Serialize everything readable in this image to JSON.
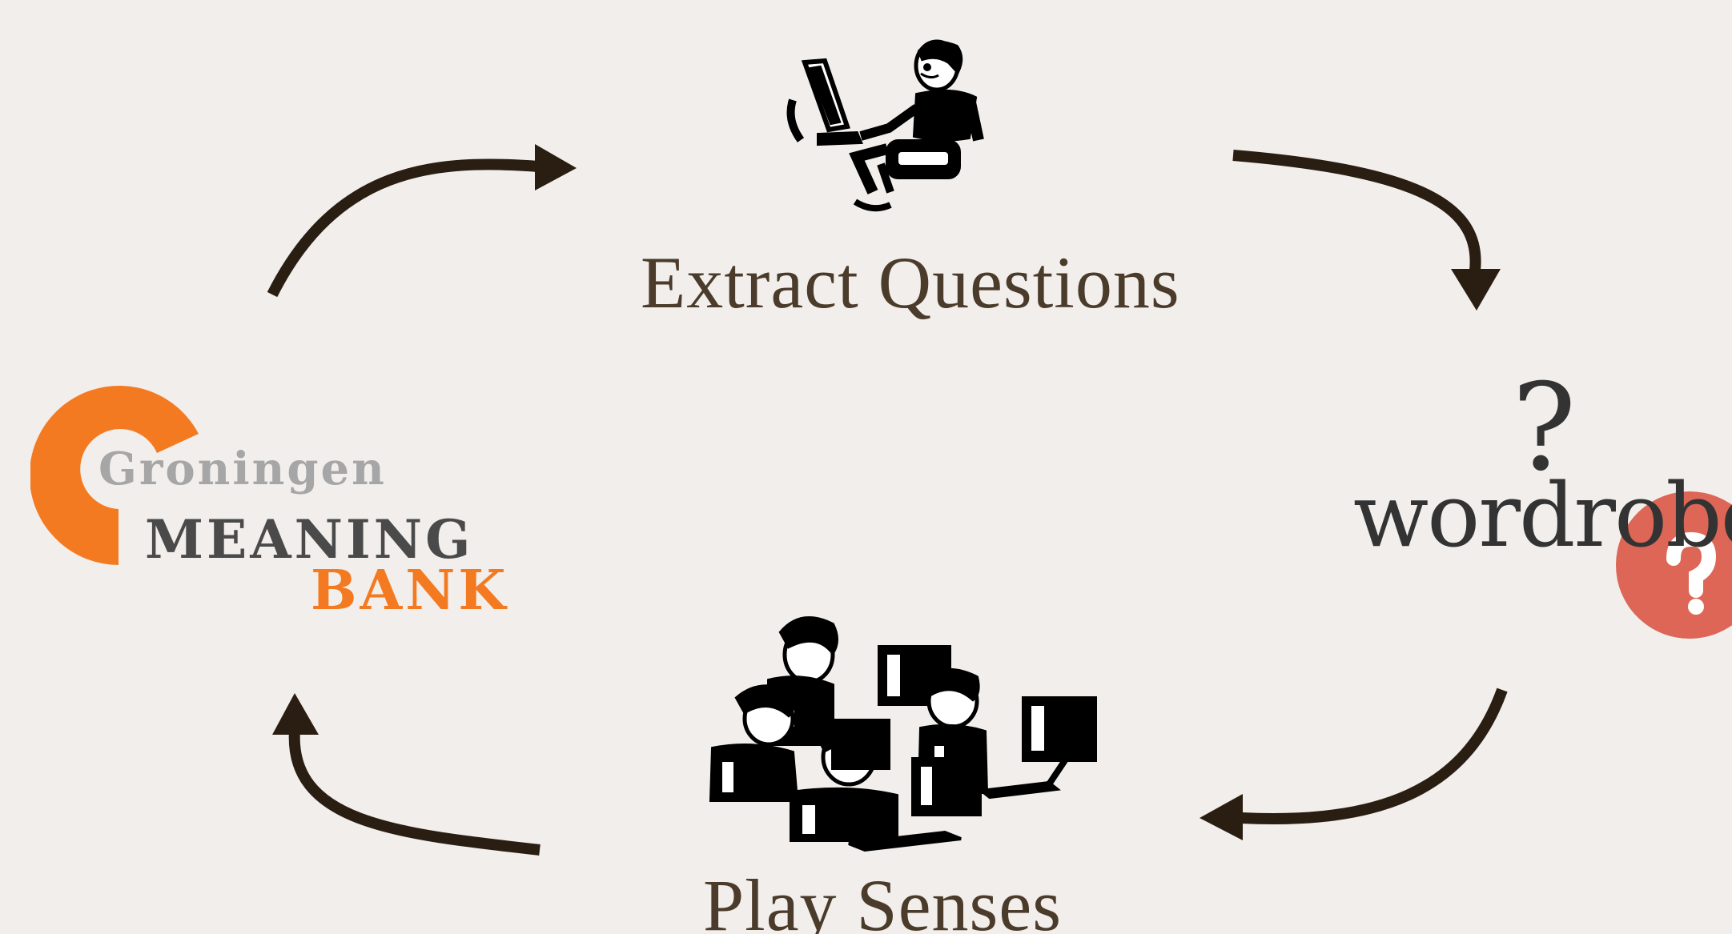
{
  "steps": {
    "extract_label": "Extract Questions",
    "play_label": "Play Senses"
  },
  "gmb_logo": {
    "line1": "Groningen",
    "line2": "MEANING",
    "line3": "BANK",
    "accent_color": "#f47a22",
    "gray_color": "#a6a6a6"
  },
  "wordrobe_logo": {
    "text": "wordrobe",
    "mark": "?",
    "accent_color": "#dd6656"
  },
  "colors": {
    "background": "#f1eeeb",
    "arrow": "#2a1e12",
    "label": "#4b3b2b"
  }
}
